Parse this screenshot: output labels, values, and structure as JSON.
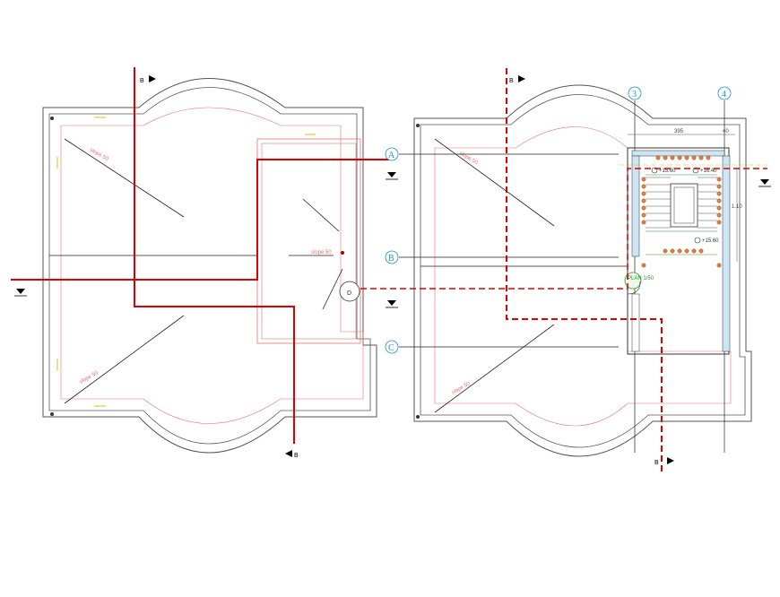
{
  "sections": {
    "b_mark": "B",
    "b_mark_alt": "B",
    "cut_left_top": "B",
    "cut_left_bottom": "B",
    "cut_right_top": "B",
    "cut_right_bottom": "B"
  },
  "grid": {
    "rows": [
      "A",
      "B",
      "C"
    ],
    "cols": [
      "3",
      "4"
    ]
  },
  "dimensions": {
    "top_main": "395",
    "top_small": "40",
    "side": "1.10"
  },
  "left_plan": {
    "slope_top": "slope 50",
    "slope_bottom": "slope 50",
    "slope_right": "slope 50",
    "drain_mark": "D"
  },
  "right_plan": {
    "slope_top": "slope 50",
    "slope_bottom": "slope 50",
    "stair_note": "PLAN 1/50",
    "level_1": "+15.60",
    "level_2": "+16.40",
    "level_3": "+15.60"
  },
  "colors": {
    "line": "#000000",
    "outline_gray": "#555555",
    "section_red": "#e00000",
    "thin_red": "#e87070",
    "grid_blue": "#1e8fd6",
    "accent_yellow": "#d8c200",
    "stair_fill": "#cde5f5",
    "landing_green": "#2a9a2a"
  }
}
